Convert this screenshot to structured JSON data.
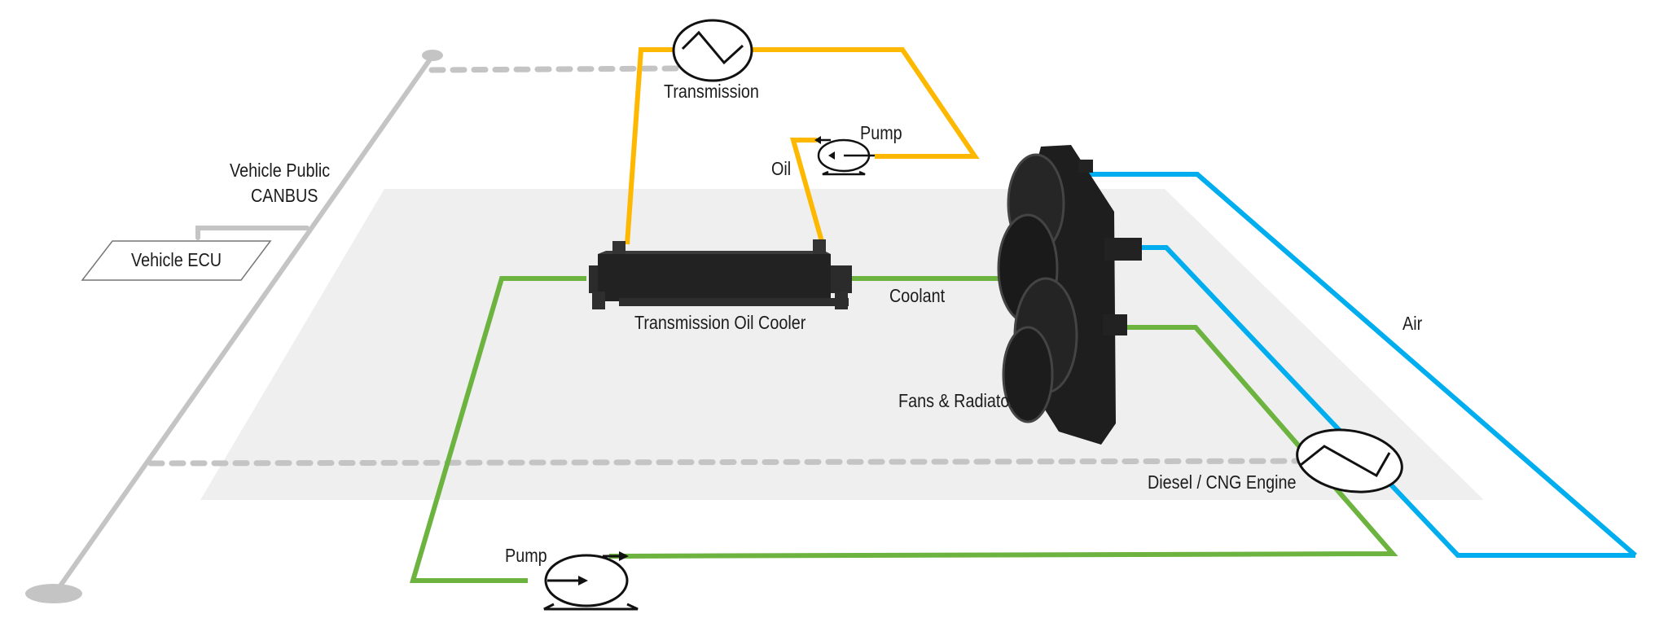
{
  "labels": {
    "transmission": "Transmission",
    "pump_oil": "Pump",
    "oil": "Oil",
    "canbus_line1": "Vehicle Public",
    "canbus_line2": "CANBUS",
    "vehicle_ecu": "Vehicle ECU",
    "oil_cooler": "Transmission Oil Cooler",
    "coolant": "Coolant",
    "air": "Air",
    "fans_radiator": "Fans & Radiator",
    "engine": "Diesel / CNG Engine",
    "pump_coolant": "Pump"
  },
  "colors": {
    "oil_line": "#FFB800",
    "coolant_line": "#6DB33F",
    "air_line": "#00AEEF",
    "canbus_line": "#C4C4C4",
    "floor": "#EFEFEF",
    "component": "#2B2B2B"
  },
  "icons": {
    "heat_exchanger": "heat-exchanger-icon",
    "pump": "pump-icon",
    "radiator": "fans-radiator-image",
    "cooler": "oil-cooler-image"
  }
}
